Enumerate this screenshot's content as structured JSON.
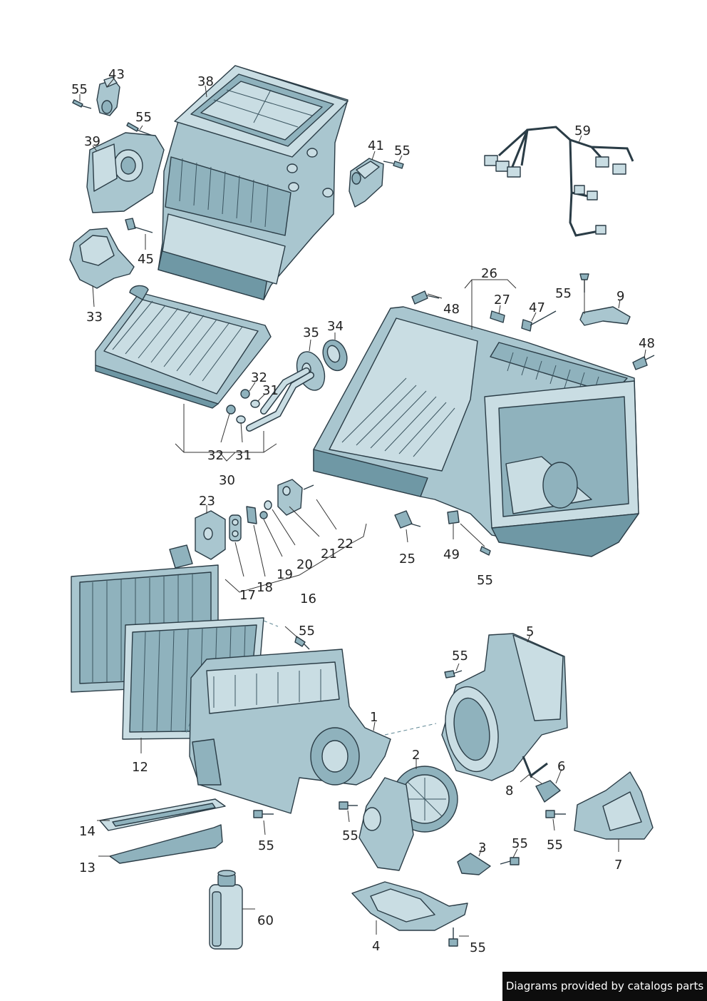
{
  "labels": [
    {
      "id": "l43",
      "text": "43"
    },
    {
      "id": "l55a",
      "text": "55"
    },
    {
      "id": "l38",
      "text": "38"
    },
    {
      "id": "l55b",
      "text": "55"
    },
    {
      "id": "l39",
      "text": "39"
    },
    {
      "id": "l41",
      "text": "41"
    },
    {
      "id": "l55c",
      "text": "55"
    },
    {
      "id": "l59",
      "text": "59"
    },
    {
      "id": "l45",
      "text": "45"
    },
    {
      "id": "l33",
      "text": "33"
    },
    {
      "id": "l26",
      "text": "26"
    },
    {
      "id": "l48a",
      "text": "48"
    },
    {
      "id": "l27",
      "text": "27"
    },
    {
      "id": "l47",
      "text": "47"
    },
    {
      "id": "l55d",
      "text": "55"
    },
    {
      "id": "l9",
      "text": "9"
    },
    {
      "id": "l48b",
      "text": "48"
    },
    {
      "id": "l35",
      "text": "35"
    },
    {
      "id": "l34",
      "text": "34"
    },
    {
      "id": "l32a",
      "text": "32"
    },
    {
      "id": "l31a",
      "text": "31"
    },
    {
      "id": "l32b",
      "text": "32"
    },
    {
      "id": "l31b",
      "text": "31"
    },
    {
      "id": "l30",
      "text": "30"
    },
    {
      "id": "l23",
      "text": "23"
    },
    {
      "id": "l22",
      "text": "22"
    },
    {
      "id": "l21",
      "text": "21"
    },
    {
      "id": "l20",
      "text": "20"
    },
    {
      "id": "l19",
      "text": "19"
    },
    {
      "id": "l18",
      "text": "18"
    },
    {
      "id": "l17",
      "text": "17"
    },
    {
      "id": "l16",
      "text": "16"
    },
    {
      "id": "l25",
      "text": "25"
    },
    {
      "id": "l49",
      "text": "49"
    },
    {
      "id": "l55e",
      "text": "55"
    },
    {
      "id": "l55f",
      "text": "55"
    },
    {
      "id": "l5",
      "text": "5"
    },
    {
      "id": "l55g",
      "text": "55"
    },
    {
      "id": "l1",
      "text": "1"
    },
    {
      "id": "l2",
      "text": "2"
    },
    {
      "id": "l12",
      "text": "12"
    },
    {
      "id": "l6",
      "text": "6"
    },
    {
      "id": "l8",
      "text": "8"
    },
    {
      "id": "l14",
      "text": "14"
    },
    {
      "id": "l55h",
      "text": "55"
    },
    {
      "id": "l55i",
      "text": "55"
    },
    {
      "id": "l55j",
      "text": "55"
    },
    {
      "id": "l7",
      "text": "7"
    },
    {
      "id": "l13",
      "text": "13"
    },
    {
      "id": "l3",
      "text": "3"
    },
    {
      "id": "l55k",
      "text": "55"
    },
    {
      "id": "l60",
      "text": "60"
    },
    {
      "id": "l4",
      "text": "4"
    },
    {
      "id": "l55l",
      "text": "55"
    }
  ],
  "footer": {
    "text": "Diagrams provided by catalogs parts"
  },
  "colors": {
    "part_fill": "#c9dde3",
    "part_shade": "#8fb2bd",
    "outline": "#2a3c46",
    "footer_bg": "#0d0d0d"
  }
}
